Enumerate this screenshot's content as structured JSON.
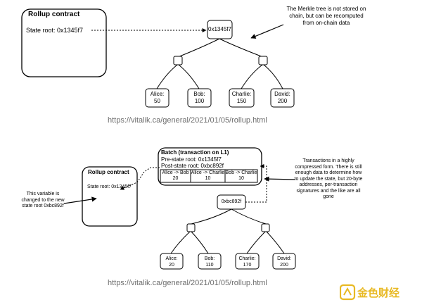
{
  "top": {
    "contract_title": "Rollup contract",
    "state_root_label": "State root: 0x1345f7",
    "root_node": "0x1345f7",
    "note": "The Merkle tree is not stored on chain, but can be recomputed from on-chain data",
    "leaves": [
      {
        "name": "Alice:",
        "value": "50"
      },
      {
        "name": "Bob:",
        "value": "100"
      },
      {
        "name": "Charlie:",
        "value": "150"
      },
      {
        "name": "David:",
        "value": "200"
      }
    ],
    "source_url": "https://vitalik.ca/general/2021/01/05/rollup.html"
  },
  "bottom": {
    "batch_title": "Batch (transaction on L1)",
    "pre_state": "Pre-state root: 0x1345f7",
    "post_state": "Post-state root: 0xbc892f",
    "transactions": [
      {
        "label": "Alice -> Bob",
        "amount": "20"
      },
      {
        "label": "Alice -> Charlie",
        "amount": "10"
      },
      {
        "label": "Bob -> Charlie",
        "amount": "10"
      }
    ],
    "tx_note": "Transactions in a highly compressed form. There is still enough data to determine how to update the state, but 20-byte addresses, per-transaction signatures and the like are all gone",
    "contract_title": "Rollup contract",
    "state_root_label": "State root: 0x1345f7",
    "variable_note": "This variable is changed to the new state root 0xbc892f",
    "root_node": "0xbc892f",
    "leaves": [
      {
        "name": "Alice:",
        "value": "20"
      },
      {
        "name": "Bob:",
        "value": "110"
      },
      {
        "name": "Charlie:",
        "value": "170"
      },
      {
        "name": "David:",
        "value": "200"
      }
    ],
    "source_url": "https://vitalik.ca/general/2021/01/05/rollup.html"
  },
  "watermark": {
    "text": "金色财经",
    "color": "#e8b923"
  }
}
